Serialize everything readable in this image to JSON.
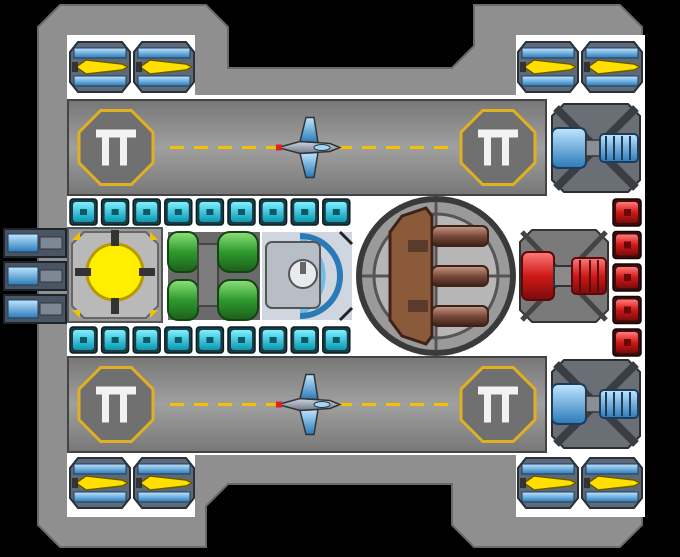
{
  "scene": {
    "name": "ship-blueprint",
    "colors": {
      "background": "#000000",
      "hull_outer": "#8f8f8f",
      "hull_outer_edge": "#6b6b6b",
      "deck": "#ffffff",
      "runway": "#8c8c8c",
      "runway_stripe": "#f2c200",
      "pad_ring": "#e0b020",
      "armor_cyan": "#12c0d8",
      "armor_red": "#d01818",
      "reactor_core": "#ffee00",
      "tank_green": "#2e9a2e",
      "barrel_brown": "#7a4a3a"
    }
  },
  "hangars": [
    {
      "id": "top",
      "pads": [
        "pad-left",
        "pad-right"
      ],
      "fighter": "fighter-top"
    },
    {
      "id": "bottom",
      "pads": [
        "pad-left",
        "pad-right"
      ],
      "fighter": "fighter-bottom"
    }
  ],
  "modules": {
    "corner_thrusters": [
      "top-left-a",
      "top-left-b",
      "top-right-a",
      "top-right-b",
      "bottom-left-a",
      "bottom-left-b",
      "bottom-right-a",
      "bottom-right-b"
    ],
    "cyan_armor_top_count": 9,
    "cyan_armor_bottom_count": 9,
    "red_armor_count": 5,
    "side_engines": 3
  }
}
